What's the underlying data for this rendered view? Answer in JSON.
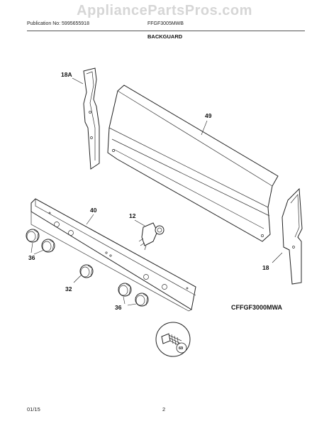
{
  "watermark": "AppliancePartsPros.com",
  "header": {
    "publication": "Publication No: 5995655918",
    "model": "FFGF3005MWB",
    "title": "BACKGUARD"
  },
  "callouts": {
    "p18a": "18A",
    "p49": "49",
    "p40": "40",
    "p12": "12",
    "p36a": "36",
    "p32": "32",
    "p36b": "36",
    "p18": "18",
    "p69": "69"
  },
  "diagram_model": "CFFGF3000MWA",
  "footer": {
    "date": "01/15",
    "page": "2"
  }
}
